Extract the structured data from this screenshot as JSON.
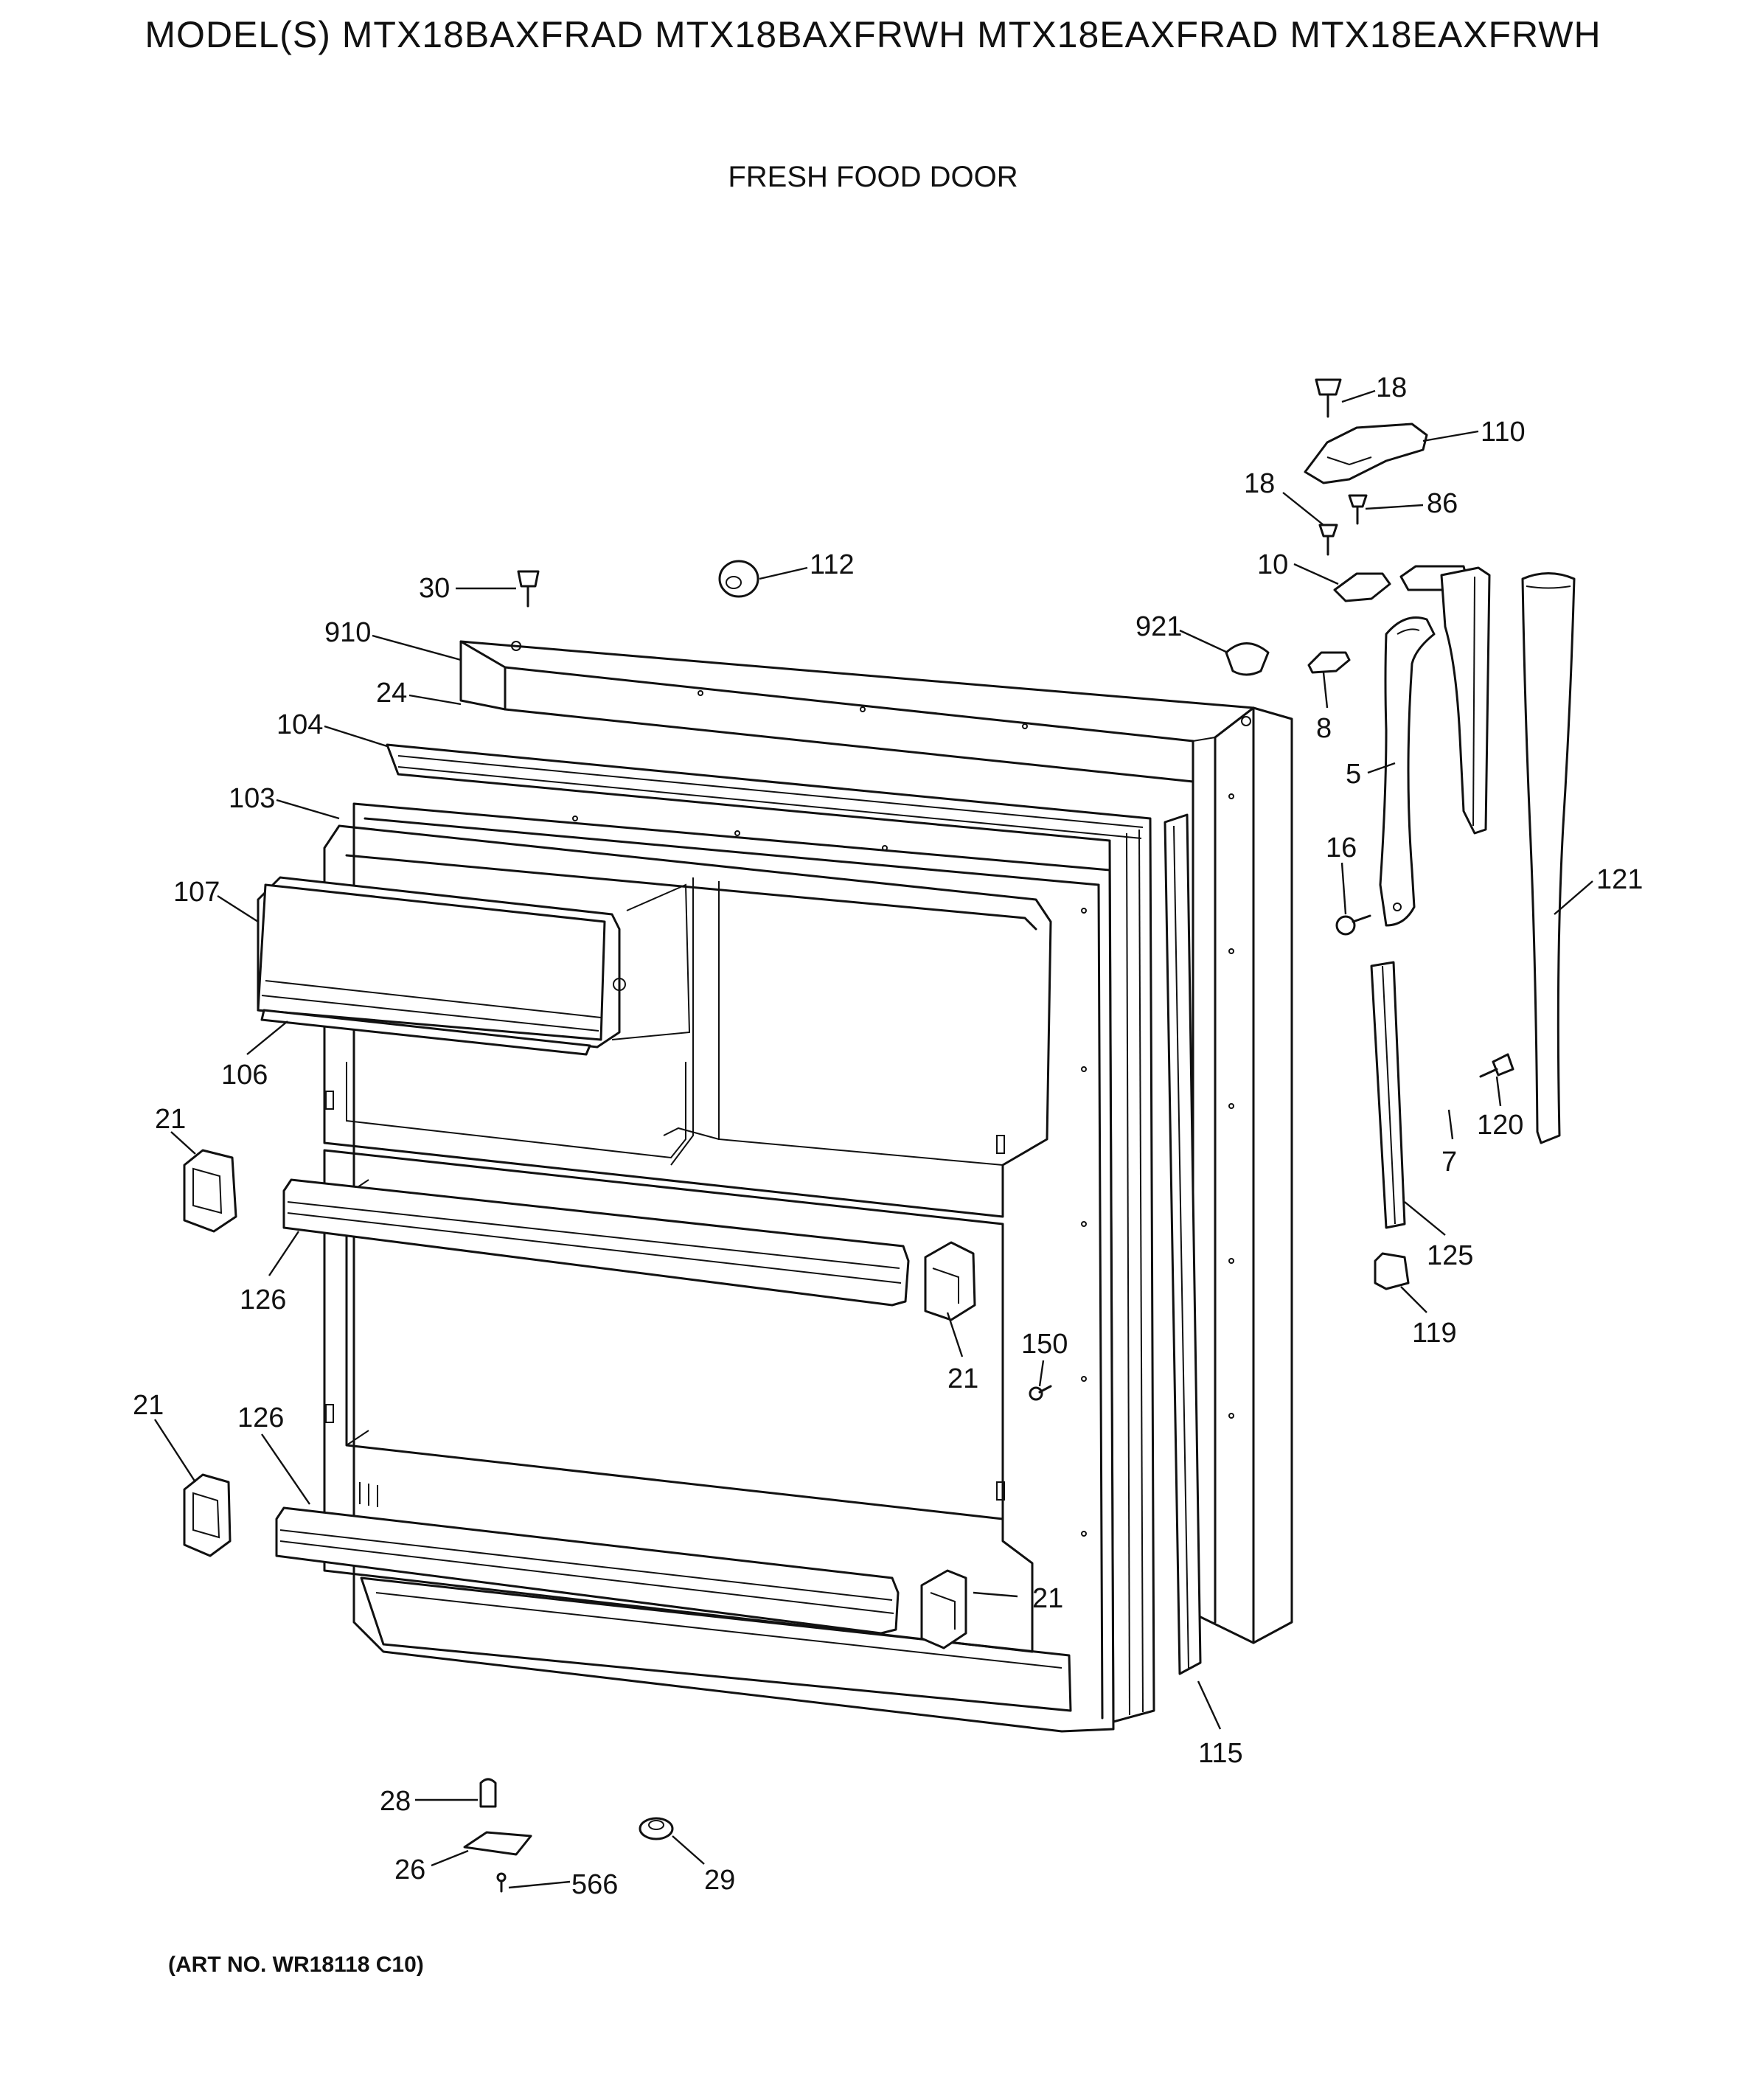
{
  "header": {
    "models_line": "MODEL(S) MTX18BAXFRAD  MTX18BAXFRWH  MTX18EAXFRAD  MTX18EAXFRWH",
    "section_title": "FRESH FOOD DOOR"
  },
  "footer": {
    "art_number": "(ART NO. WR18118 C10)"
  },
  "callouts": [
    {
      "id": "c18a",
      "label": "18"
    },
    {
      "id": "c110",
      "label": "110"
    },
    {
      "id": "c18b",
      "label": "18"
    },
    {
      "id": "c86",
      "label": "86"
    },
    {
      "id": "c10",
      "label": "10"
    },
    {
      "id": "c30",
      "label": "30"
    },
    {
      "id": "c112",
      "label": "112"
    },
    {
      "id": "c910",
      "label": "910"
    },
    {
      "id": "c921",
      "label": "921"
    },
    {
      "id": "c24",
      "label": "24"
    },
    {
      "id": "c8",
      "label": "8"
    },
    {
      "id": "c104",
      "label": "104"
    },
    {
      "id": "c5",
      "label": "5"
    },
    {
      "id": "c103",
      "label": "103"
    },
    {
      "id": "c16",
      "label": "16"
    },
    {
      "id": "c121",
      "label": "121"
    },
    {
      "id": "c107",
      "label": "107"
    },
    {
      "id": "c106",
      "label": "106"
    },
    {
      "id": "c120",
      "label": "120"
    },
    {
      "id": "c21a",
      "label": "21"
    },
    {
      "id": "c7",
      "label": "7"
    },
    {
      "id": "c125",
      "label": "125"
    },
    {
      "id": "c126a",
      "label": "126"
    },
    {
      "id": "c119",
      "label": "119"
    },
    {
      "id": "c150",
      "label": "150"
    },
    {
      "id": "c21b",
      "label": "21"
    },
    {
      "id": "c21c",
      "label": "21"
    },
    {
      "id": "c126b",
      "label": "126"
    },
    {
      "id": "c21d",
      "label": "21"
    },
    {
      "id": "c115",
      "label": "115"
    },
    {
      "id": "c28",
      "label": "28"
    },
    {
      "id": "c26",
      "label": "26"
    },
    {
      "id": "c566",
      "label": "566"
    },
    {
      "id": "c29",
      "label": "29"
    }
  ]
}
